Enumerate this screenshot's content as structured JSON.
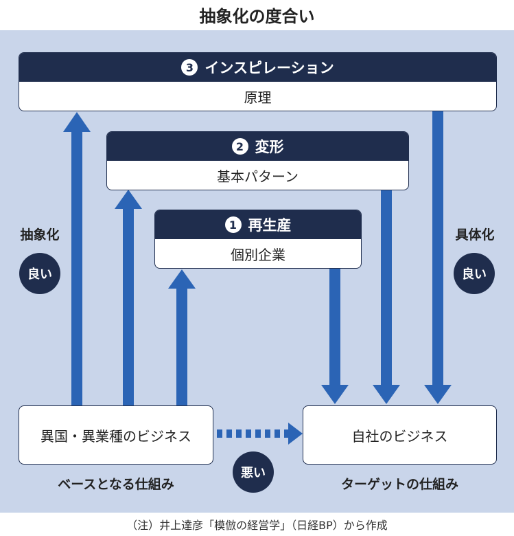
{
  "title": "抽象化の度合い",
  "level3": {
    "number": "3",
    "heading": "インスピレーション",
    "body": "原理"
  },
  "level2": {
    "number": "2",
    "heading": "変形",
    "body": "基本パターン"
  },
  "level1": {
    "number": "1",
    "heading": "再生産",
    "body": "個別企業"
  },
  "source_box": "異国・異業種のビジネス",
  "target_box": "自社のビジネス",
  "left_axis": {
    "label": "抽象化",
    "badge": "良い"
  },
  "right_axis": {
    "label": "具体化",
    "badge": "良い"
  },
  "direct_badge": "悪い",
  "source_caption": "ベースとなる仕組み",
  "target_caption": "ターゲットの仕組み",
  "footnote": "（注）井上達彦「模倣の経営学」（日経BP）から作成",
  "colors": {
    "navy": "#1f2d4d",
    "arrow_blue": "#2b64b5",
    "panel": "#c9d5ea"
  }
}
